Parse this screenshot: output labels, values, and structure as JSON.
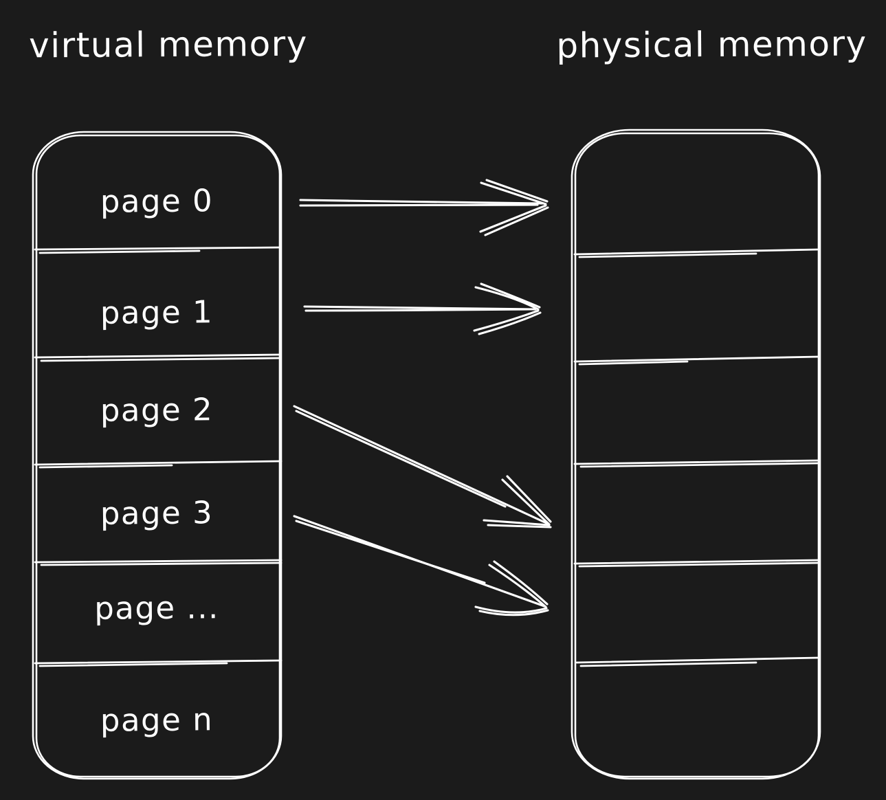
{
  "diagram": {
    "left_title": "virtual memory",
    "right_title": "physical memory",
    "virtual_pages": [
      "page 0",
      "page 1",
      "page 2",
      "page 3",
      "page ...",
      "page n"
    ],
    "physical_frame_count": 6,
    "mappings": [
      {
        "from_page": "page 0",
        "to_frame_row": 1
      },
      {
        "from_page": "page 1",
        "to_frame_row": 2
      },
      {
        "from_page": "page 2",
        "to_frame_row": 4
      },
      {
        "from_page": "page 3",
        "to_frame_row": 5
      }
    ],
    "colors": {
      "background": "#1b1b1b",
      "stroke": "#ffffff",
      "text": "#ffffff"
    }
  }
}
